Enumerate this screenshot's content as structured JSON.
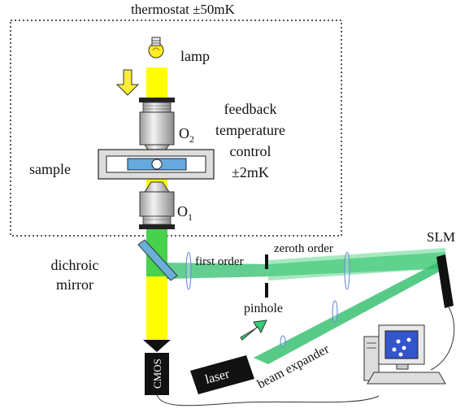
{
  "labels": {
    "thermostat": "thermostat ±50mK",
    "lamp": "lamp",
    "feedback_line1": "feedback",
    "feedback_line2": "temperature",
    "feedback_line3": "control",
    "feedback_line4": "±2mK",
    "sample": "sample",
    "o2_letter": "O",
    "o2_sub": "2",
    "o1_letter": "O",
    "o1_sub": "1",
    "dichroic_line1": "dichroic",
    "dichroic_line2": "mirror",
    "first_order": "first order",
    "zeroth_order": "zeroth order",
    "slm": "SLM",
    "pinhole": "pinhole",
    "laser": "laser",
    "beam_expander": "beam expander",
    "cmos": "CMOS"
  },
  "colors": {
    "lamp_beam": "#ffff00",
    "laser_beam": "#33cc77",
    "lens": "#88aadd",
    "objective_body": "#d8d8d8",
    "mirror": "#6ab0d8",
    "sample_glass": "#66aadd"
  },
  "icons": [
    "lightbulb-icon",
    "down-arrow-icon",
    "green-arrow-icon",
    "computer-icon"
  ]
}
